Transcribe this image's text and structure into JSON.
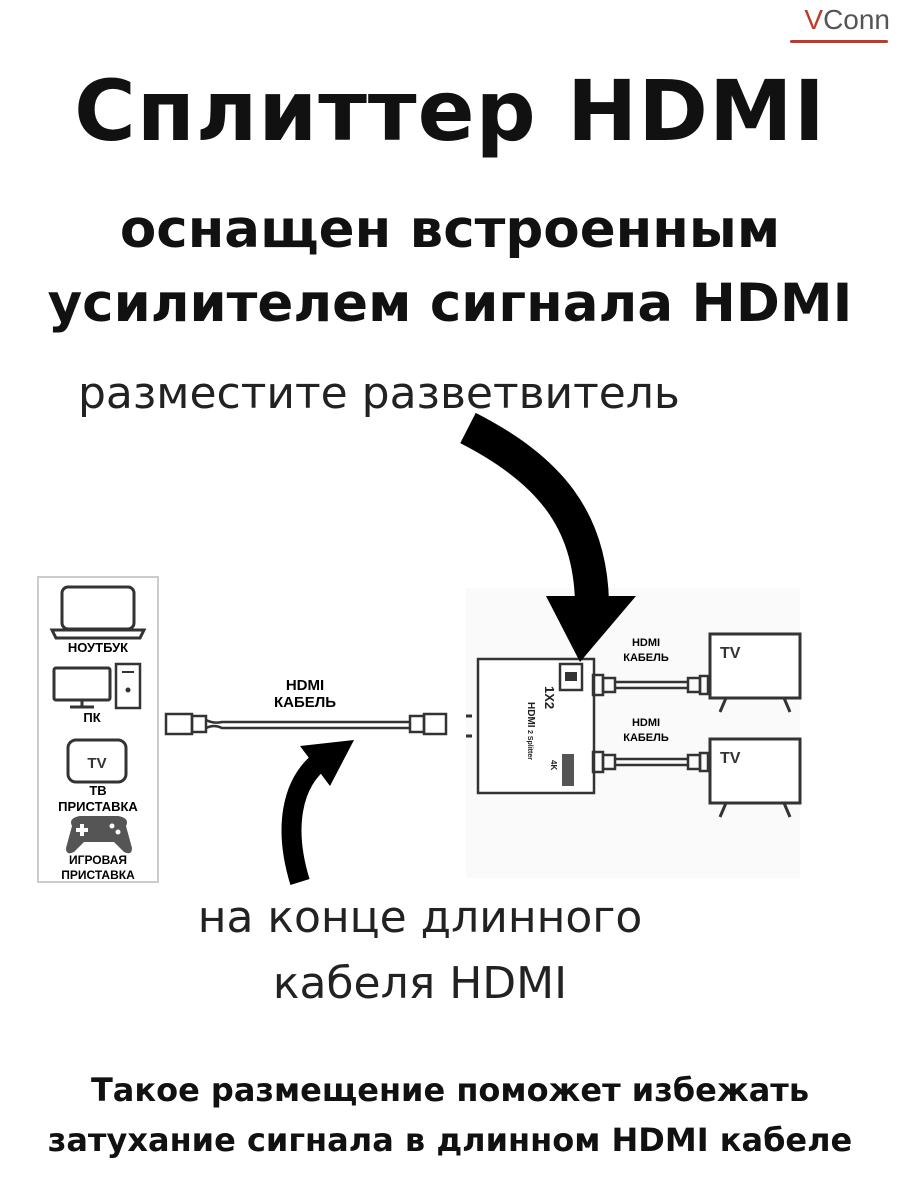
{
  "brand": {
    "v": "V",
    "rest": "Conn"
  },
  "title": "Сплиттер HDMI",
  "subtitle": [
    "оснащен встроенным",
    "усилителем сигнала HDMI"
  ],
  "place_label": "разместите разветвитель",
  "end_label": [
    "на конце длинного",
    "кабеля HDMI"
  ],
  "devices": [
    {
      "label": "НОУТБУК",
      "icon": "laptop-icon"
    },
    {
      "label": "ПК",
      "icon": "desktop-pc-icon"
    },
    {
      "label_lines": [
        "ТВ",
        "ПРИСТАВКА"
      ],
      "icon": "tv-box-icon",
      "icon_text": "TV"
    },
    {
      "label_lines": [
        "ИГРОВАЯ",
        "ПРИСТАВКА"
      ],
      "icon": "gamepad-icon"
    }
  ],
  "cable_main": [
    "HDMI",
    "КАБЕЛЬ"
  ],
  "cable_out": [
    "HDMI",
    "КАБЕЛЬ"
  ],
  "tv_label": "TV",
  "splitter": {
    "model": "1X2",
    "brand": "HDMI",
    "sub": "2 Splitter",
    "ports": "4K"
  },
  "bottom_text": [
    "Такое размещение поможет избежать",
    "затухание сигнала в длинном HDMI кабеле"
  ]
}
